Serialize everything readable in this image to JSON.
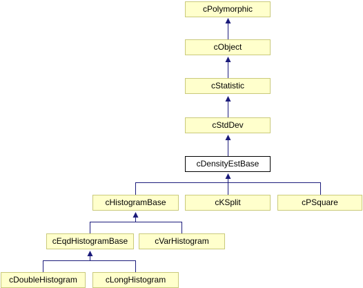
{
  "colors": {
    "node_fill": "#ffffcc",
    "node_border": "#c9c97a",
    "current_fill": "#ffffff",
    "current_border": "#000000",
    "edge": "#1a1a7a"
  },
  "nodes": {
    "cpolymorphic": "cPolymorphic",
    "cobject": "cObject",
    "cstatistic": "cStatistic",
    "cstddev": "cStdDev",
    "cdensityestbase": "cDensityEstBase",
    "chistogrambase": "cHistogramBase",
    "cksplit": "cKSplit",
    "cpsquare": "cPSquare",
    "ceqdhistogrambase": "cEqdHistogramBase",
    "cvarhistogram": "cVarHistogram",
    "cdoublehistogram": "cDoubleHistogram",
    "clonghistogram": "cLongHistogram"
  }
}
